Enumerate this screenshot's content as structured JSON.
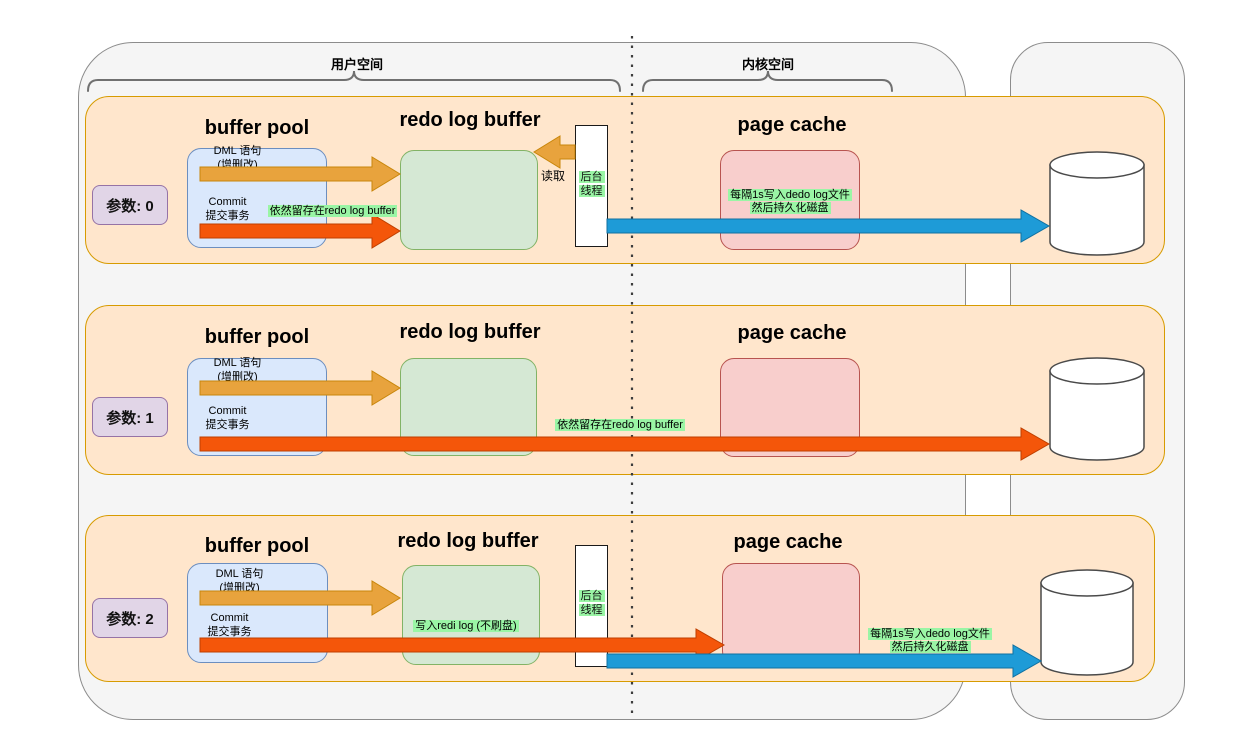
{
  "regions": {
    "user_space_label": "用户空间",
    "kernel_space_label": "内核空间"
  },
  "rows": [
    {
      "param_label": "参数: 0",
      "buffer_pool_title": "buffer pool",
      "redo_title": "redo log buffer",
      "page_cache_title": "page cache",
      "dml_line1": "DML 语句",
      "dml_line2": "(增删改)",
      "commit_line1": "Commit",
      "commit_line2": "提交事务",
      "note_still": "依然留存在redo log buffer",
      "read_label": "读取",
      "bg_thread_line1": "后台",
      "bg_thread_line2": "线程",
      "page_note_line1": "每隔1s写入dedo log文件",
      "page_note_line2": "然后持久化磁盘"
    },
    {
      "param_label": "参数: 1",
      "buffer_pool_title": "buffer pool",
      "redo_title": "redo log buffer",
      "page_cache_title": "page cache",
      "dml_line1": "DML 语句",
      "dml_line2": "(增删改)",
      "commit_line1": "Commit",
      "commit_line2": "提交事务",
      "note_still": "依然留存在redo log buffer"
    },
    {
      "param_label": "参数: 2",
      "buffer_pool_title": "buffer pool",
      "redo_title": "redo log buffer",
      "page_cache_title": "page cache",
      "dml_line1": "DML 语句",
      "dml_line2": "(增删改)",
      "commit_line1": "Commit",
      "commit_line2": "提交事务",
      "redo_note": "写入redi log (不刷盘)",
      "bg_thread_line1": "后台",
      "bg_thread_line2": "线程",
      "page_note_line1": "每隔1s写入dedo log文件",
      "page_note_line2": "然后持久化磁盘"
    }
  ],
  "colors": {
    "container_fill": "#f5f5f5",
    "container_stroke": "#8c8c8c",
    "row_fill": "#ffe6cc",
    "row_stroke": "#d79b00",
    "buffer_pool_fill": "#dae8fc",
    "buffer_pool_stroke": "#6c8ebf",
    "redo_buffer_fill": "#d5e8d4",
    "redo_buffer_stroke": "#82b366",
    "page_cache_fill": "#f8cecc",
    "page_cache_stroke": "#b85450",
    "param_badge_fill": "#e1d5e7",
    "param_badge_stroke": "#9673a6",
    "highlight_green": "#9af5a5",
    "arrow_orange": "#e8a33d",
    "arrow_red": "#f4560a",
    "arrow_blue": "#1e9bd7"
  }
}
